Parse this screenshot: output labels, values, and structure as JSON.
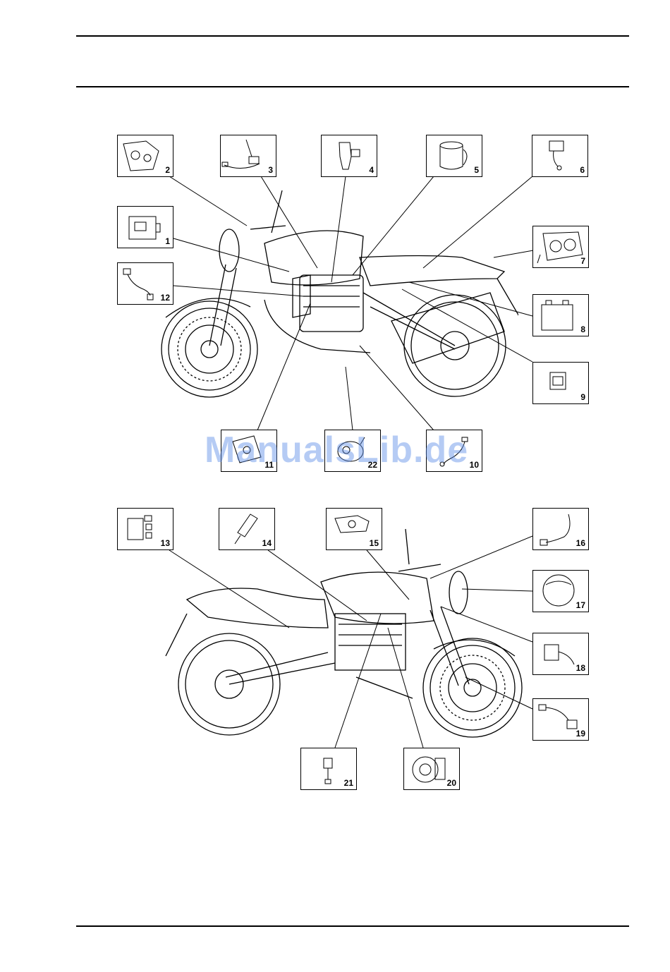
{
  "watermark": "ManualsLib.de",
  "callouts_top": [
    {
      "id": "1",
      "label": "1",
      "icon": "control-unit-icon"
    },
    {
      "id": "2",
      "label": "2",
      "icon": "instrument-panel-icon"
    },
    {
      "id": "3",
      "label": "3",
      "icon": "side-stand-switch-icon"
    },
    {
      "id": "4",
      "label": "4",
      "icon": "injector-icon"
    },
    {
      "id": "5",
      "label": "5",
      "icon": "fuel-pump-icon"
    },
    {
      "id": "6",
      "label": "6",
      "icon": "relay-icon"
    },
    {
      "id": "7",
      "label": "7",
      "icon": "tail-light-icon"
    },
    {
      "id": "8",
      "label": "8",
      "icon": "battery-icon"
    },
    {
      "id": "9",
      "label": "9",
      "icon": "fuse-box-icon"
    },
    {
      "id": "10",
      "label": "10",
      "icon": "sensor-icon"
    },
    {
      "id": "11",
      "label": "11",
      "icon": "voltage-regulator-icon"
    },
    {
      "id": "12",
      "label": "12",
      "icon": "lambda-probe-icon"
    },
    {
      "id": "22",
      "label": "22",
      "icon": "starter-motor-icon"
    }
  ],
  "callouts_bottom": [
    {
      "id": "13",
      "label": "13",
      "icon": "fuses-icon"
    },
    {
      "id": "14",
      "label": "14",
      "icon": "spark-plug-icon"
    },
    {
      "id": "15",
      "label": "15",
      "icon": "throttle-body-icon"
    },
    {
      "id": "16",
      "label": "16",
      "icon": "speed-sensor-icon"
    },
    {
      "id": "17",
      "label": "17",
      "icon": "headlight-icon"
    },
    {
      "id": "18",
      "label": "18",
      "icon": "horn-icon"
    },
    {
      "id": "19",
      "label": "19",
      "icon": "rpm-sensor-icon"
    },
    {
      "id": "20",
      "label": "20",
      "icon": "alternator-icon"
    },
    {
      "id": "21",
      "label": "21",
      "icon": "oil-pressure-sensor-icon"
    }
  ]
}
